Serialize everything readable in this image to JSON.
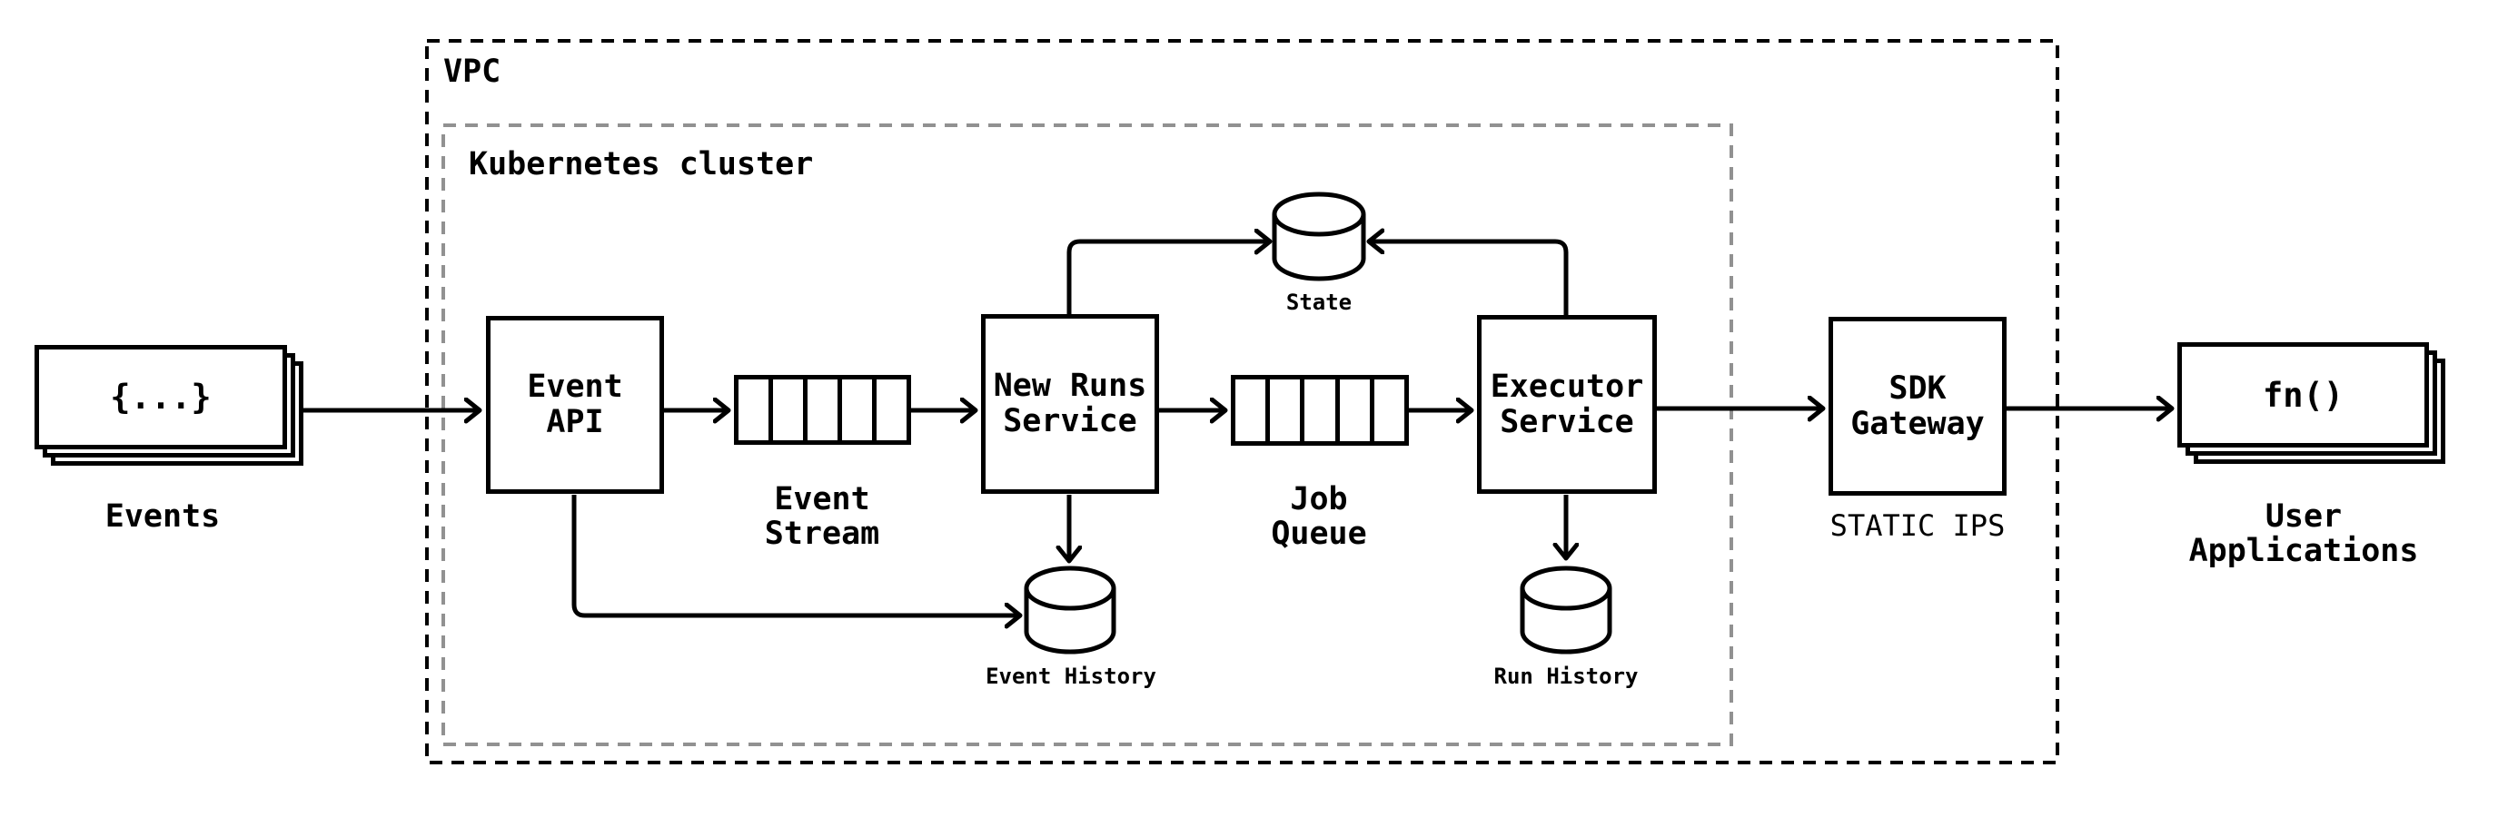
{
  "diagram": {
    "title_hint": "event-driven runs architecture",
    "regions": {
      "vpc": {
        "label": "VPC"
      },
      "kubernetes": {
        "label": "Kubernetes cluster"
      }
    },
    "nodes": {
      "events": {
        "glyph": "{...}",
        "label": "Events"
      },
      "event_api": {
        "label": "Event\nAPI"
      },
      "event_stream": {
        "label": "Event\nStream"
      },
      "new_runs_service": {
        "label": "New Runs\nService"
      },
      "job_queue": {
        "label": "Job\nQueue"
      },
      "executor_service": {
        "label": "Executor\nService"
      },
      "sdk_gateway": {
        "label": "SDK\nGateway",
        "sublabel": "STATIC IPS"
      },
      "user_applications": {
        "glyph": "fn()",
        "label": "User\nApplications"
      },
      "state_db": {
        "label": "State"
      },
      "event_history_db": {
        "label": "Event History"
      },
      "run_history_db": {
        "label": "Run History"
      }
    },
    "colors": {
      "ink": "#000000",
      "cluster_border": "#919191",
      "background": "#ffffff"
    }
  }
}
